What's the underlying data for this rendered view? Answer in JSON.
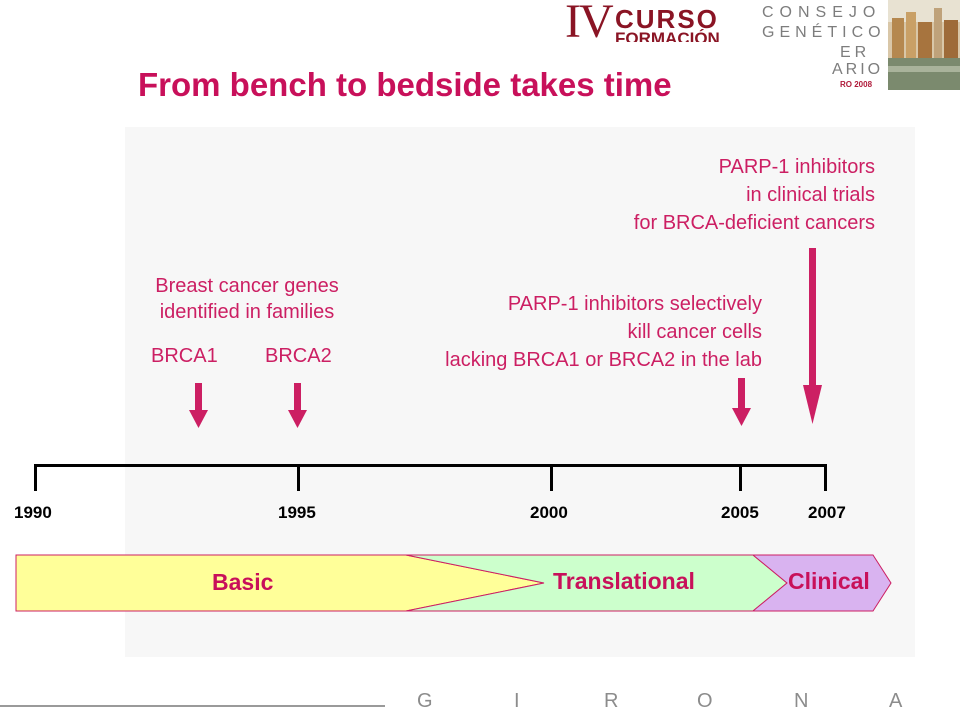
{
  "header": {
    "logo_left": {
      "roman": "IV",
      "line1": "CURSO",
      "line2": "FORMACIÓN"
    },
    "logo_right": {
      "line1": "CONSEJO",
      "line2": "GENÉTICO",
      "line3": "ER",
      "line4": "ARIO",
      "line5": "RO 2008"
    }
  },
  "slide": {
    "title": "From bench to bedside takes time",
    "annotations": {
      "brca_genes": [
        "Breast cancer genes",
        "identified in families"
      ],
      "brca1": "BRCA1",
      "brca2": "BRCA2",
      "parp_lab": [
        "PARP-1 inhibitors selectively",
        "kill cancer cells",
        "lacking BRCA1 or BRCA2 in the lab"
      ],
      "parp_trials": [
        "PARP-1 inhibitors",
        "in clinical trials",
        "for BRCA-deficient cancers"
      ]
    },
    "timeline": {
      "years": [
        "1990",
        "1995",
        "2000",
        "2005",
        "2007"
      ]
    },
    "phases": {
      "basic": "Basic",
      "translational": "Translational",
      "clinical": "Clinical"
    },
    "colors": {
      "accent": "#cc1f63",
      "basic_fill": "#ffff99",
      "translational_fill": "#ccffcc",
      "clinical_fill": "#d9b3f0"
    }
  },
  "footer": {
    "letters": [
      "G",
      "I",
      "R",
      "O",
      "N",
      "A"
    ]
  }
}
